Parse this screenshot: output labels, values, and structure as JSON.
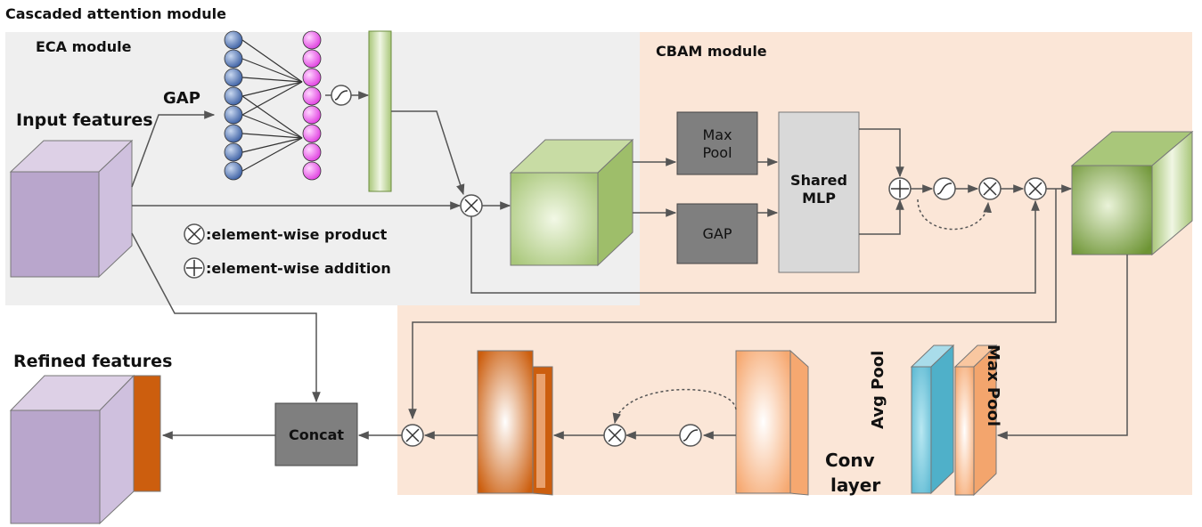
{
  "title": "Cascaded attention module",
  "eca": {
    "label": "ECA module",
    "gap_label": "GAP",
    "input_label": "Input features"
  },
  "cbam": {
    "label": "CBAM module",
    "maxpool_label": [
      "Max",
      "Pool"
    ],
    "gap_label": "GAP",
    "mlp_label": [
      "Shared",
      "MLP"
    ]
  },
  "legend": {
    "product": ":element-wise product",
    "addition": ":element-wise addition"
  },
  "spatial": {
    "avg_pool": "Avg Pool",
    "max_pool": "Max Pool",
    "conv_label": [
      "Conv",
      "layer"
    ]
  },
  "output": {
    "concat_label": "Concat",
    "refined_label": "Refined features"
  },
  "colors": {
    "eca_bg": "#efefef",
    "cbam_bg": "#fbe6d7",
    "purple": "#c2b0d4",
    "green": "#8fb35a",
    "orange_dark": "#cc5e0e",
    "orange_light": "#f7b27c",
    "cyan": "#72c7dc",
    "gray_box": "#7f7f7f",
    "neuron_blue": "#4f74b8",
    "neuron_pink": "#ee55ee",
    "avg_text": "#2e8fa8",
    "max_text": "#e87a2a"
  },
  "icons": [
    "multiply-icon",
    "add-icon",
    "sigmoid-icon"
  ]
}
